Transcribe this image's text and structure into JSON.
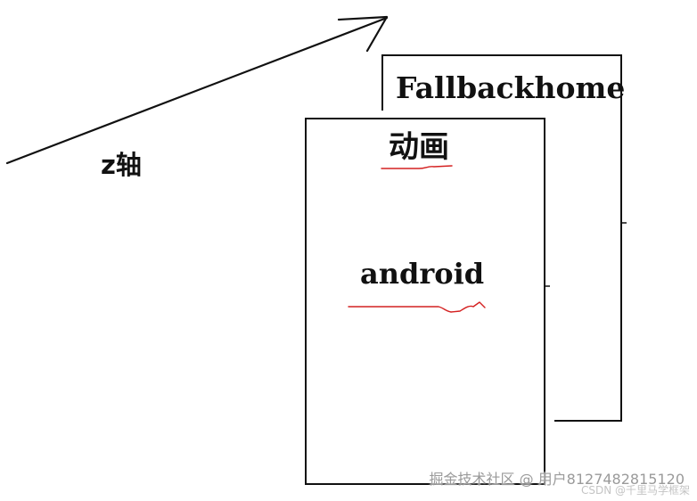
{
  "axis": {
    "label": "z轴"
  },
  "back_layer": {
    "title": "Fallbackhome"
  },
  "front_layer": {
    "title": "动画",
    "subtitle": "android"
  },
  "watermark": {
    "main": "掘金技术社区 @ 用户8127482815120",
    "sub": "CSDN @千里马学框架"
  },
  "colors": {
    "stroke": "#111111",
    "underline": "#d42020",
    "background": "#ffffff",
    "watermark": "#9a9a9a"
  }
}
